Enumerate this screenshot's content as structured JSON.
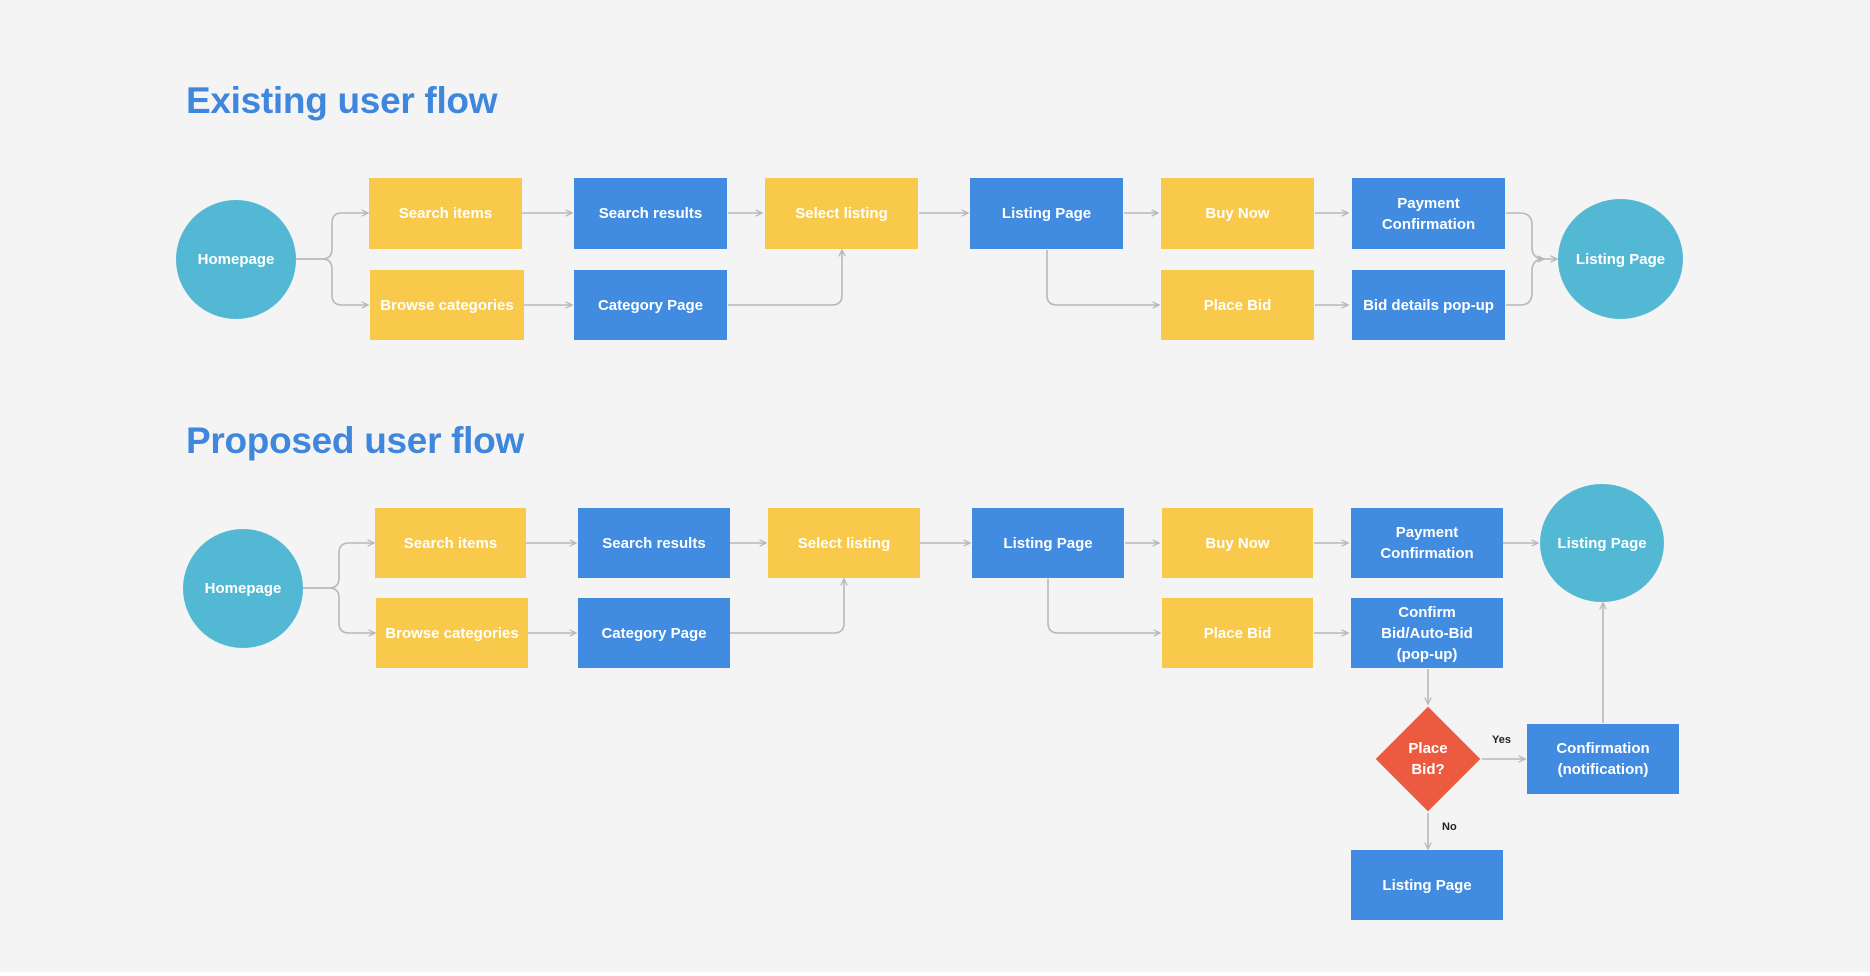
{
  "existing": {
    "title": "Existing user flow",
    "homepage": "Homepage",
    "search_items": "Search items",
    "browse_categories": "Browse categories",
    "search_results": "Search results",
    "category_page": "Category Page",
    "select_listing": "Select listing",
    "listing_page": "Listing Page",
    "buy_now": "Buy Now",
    "place_bid": "Place Bid",
    "payment_confirmation": "Payment Confirmation",
    "bid_details_popup": "Bid details pop-up",
    "listing_page_end": "Listing Page"
  },
  "proposed": {
    "title": "Proposed user flow",
    "homepage": "Homepage",
    "search_items": "Search items",
    "browse_categories": "Browse categories",
    "search_results": "Search results",
    "category_page": "Category Page",
    "select_listing": "Select listing",
    "listing_page": "Listing Page",
    "buy_now": "Buy Now",
    "place_bid": "Place Bid",
    "payment_confirmation": "Payment Confirmation",
    "confirm_bid_popup": "Confirm Bid/Auto-Bid (pop-up)",
    "listing_page_end": "Listing Page",
    "place_bid_decision": "Place Bid?",
    "yes_label": "Yes",
    "no_label": "No",
    "confirmation_notification": "Confirmation (notification)",
    "listing_page_no": "Listing Page"
  },
  "colors": {
    "background": "#f4f4f4",
    "title": "#3f87dd",
    "yellow_node": "#f8c94a",
    "blue_node": "#418be0",
    "circle_node": "#53b8d4",
    "decision_node": "#ec5b40",
    "connector": "#b8b8b8"
  }
}
